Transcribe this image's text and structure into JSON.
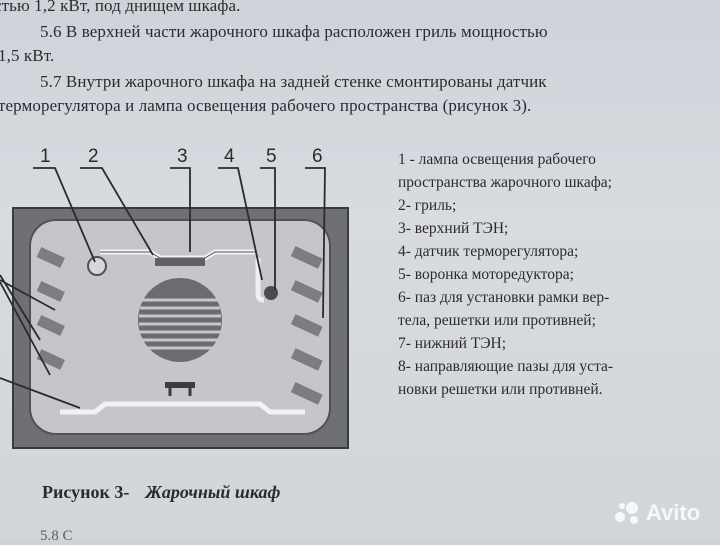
{
  "paragraphs": [
    "стью 1,2 кВт, под днищем шкафа.",
    "5.6 В верхней части жарочного шкафа расположен гриль мощностью",
    "1,5 кВт.",
    "5.7 Внутри жарочного шкафа на задней стенке смонтированы датчик",
    "терморегулятора и лампа освещения рабочего пространства (рисунок 3)."
  ],
  "figure": {
    "numbers": [
      "1",
      "2",
      "3",
      "4",
      "5",
      "6"
    ]
  },
  "legend": [
    "1 - лампа освещения рабочего",
    "пространства жарочного шкафа;",
    "2- гриль;",
    "3- верхний ТЭН;",
    "4- датчик терморегулятора;",
    "5- воронка моторедуктора;",
    "6- паз для установки рамки вер-",
    "тела, решетки или противней;",
    "7- нижний ТЭН;",
    "8-  направляющие пазы для уста-",
    "новки решетки или противней."
  ],
  "caption": {
    "label": "Рисунок 3-",
    "title": "Жарочный шкаф"
  },
  "watermark": {
    "text": "Avito",
    "icon": "avito-logo-icon"
  },
  "bottom_text": "5.8 С"
}
